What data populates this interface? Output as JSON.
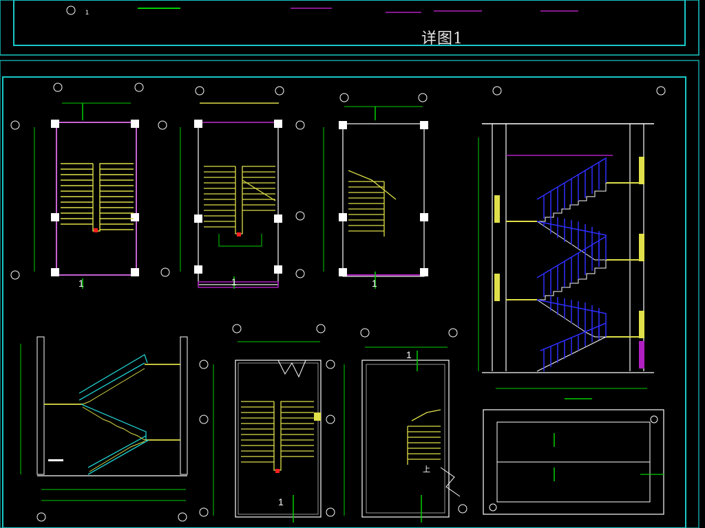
{
  "top_panel": {
    "title": "详图1",
    "small_label": "1"
  },
  "plans": {
    "plan1_section_mark": "1",
    "plan2_section_mark": "1",
    "plan3_section_mark": "1",
    "plan4_section_mark": "1",
    "plan5_section_mark": "1",
    "updown_mark": "上"
  },
  "colors": {
    "frame": "#19c9c9",
    "wall": "#ffffff",
    "stair": "#e0e04a",
    "railing_blue": "#2f2fff",
    "dim_green": "#00d000",
    "magenta": "#b020c0",
    "cyan_stair": "#20d0d0"
  }
}
